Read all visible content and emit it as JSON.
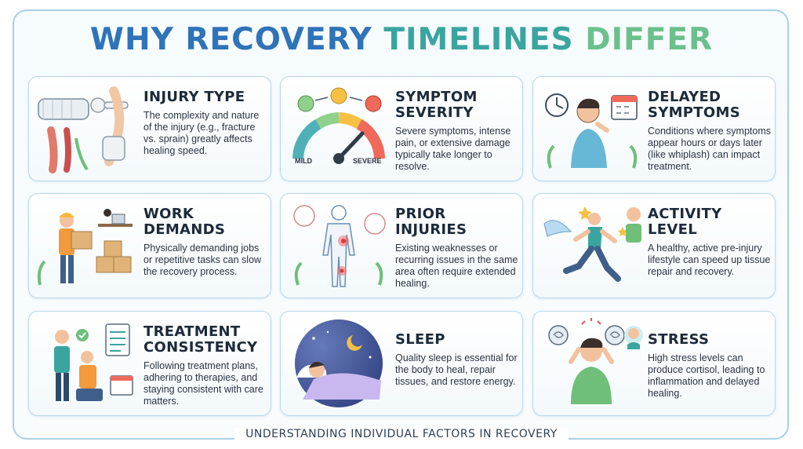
{
  "title": {
    "part1": "WHY RECOVERY",
    "part2": "TIMELINES",
    "part3": "DIFFER"
  },
  "cards": [
    {
      "heading": "INJURY TYPE",
      "text": "The complexity and nature of the injury (e.g., fracture vs. sprain) greatly affects healing speed."
    },
    {
      "heading": "SYMPTOM SEVERITY",
      "text": "Severe symptoms, intense pain, or extensive damage typically take longer to resolve.",
      "gauge_labels": {
        "low": "MILD",
        "high": "SEVERE"
      }
    },
    {
      "heading": "DELAYED SYMPTOMS",
      "text": "Conditions where symptoms appear hours or days later (like whiplash) can impact treatment."
    },
    {
      "heading": "WORK DEMANDS",
      "text": "Physically demanding jobs or repetitive tasks can slow the recovery process."
    },
    {
      "heading": "PRIOR INJURIES",
      "text": "Existing weaknesses or recurring issues in the same area often require extended healing."
    },
    {
      "heading": "ACTIVITY LEVEL",
      "text": "A healthy, active pre-injury lifestyle can speed up tissue repair and recovery."
    },
    {
      "heading": "TREATMENT CONSISTENCY",
      "text": "Following treatment plans, adhering to therapies, and staying consistent with care matters."
    },
    {
      "heading": "SLEEP",
      "text": "Quality sleep is essential for the body to heal, repair tissues, and restore energy."
    },
    {
      "heading": "STRESS",
      "text": "High stress levels can produce cortisol, leading to inflammation and delayed healing."
    }
  ],
  "footer": "UNDERSTANDING INDIVIDUAL FACTORS IN RECOVERY",
  "colors": {
    "title_blue": "#2f73b8",
    "title_teal": "#3aa5a0",
    "title_green": "#6cc08b",
    "card_border": "#b9d8ea",
    "heading": "#1c2a3a"
  }
}
